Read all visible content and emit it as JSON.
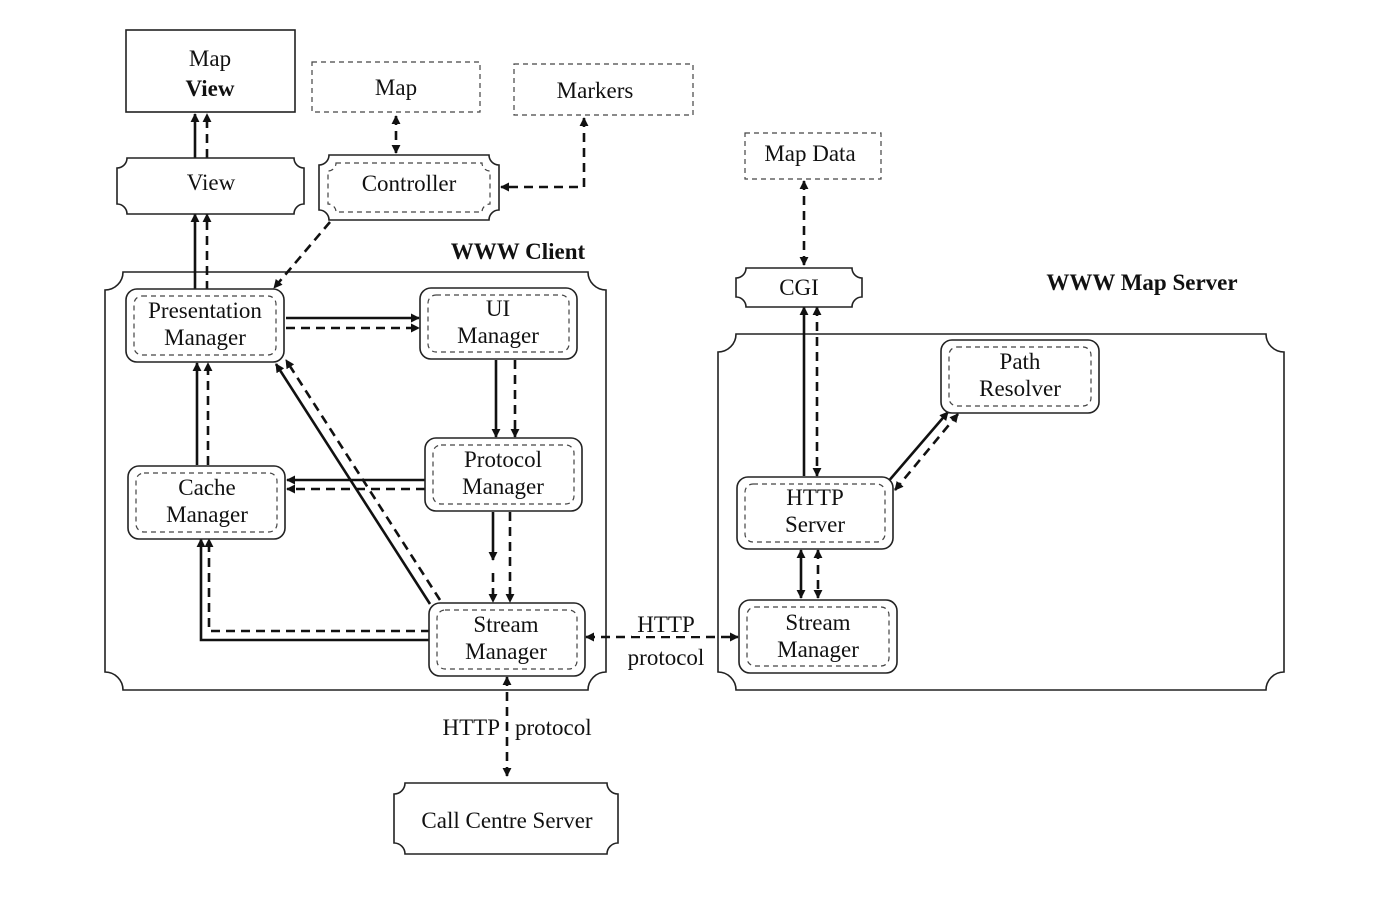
{
  "nodes": {
    "map_view": [
      "Map",
      "View"
    ],
    "map": [
      "Map"
    ],
    "markers": [
      "Markers"
    ],
    "view": [
      "View"
    ],
    "controller": [
      "Controller"
    ],
    "map_data": [
      "Map Data"
    ],
    "cgi": [
      "CGI"
    ],
    "presentation_manager": [
      "Presentation",
      "Manager"
    ],
    "ui_manager": [
      "UI",
      "Manager"
    ],
    "protocol_manager": [
      "Protocol",
      "Manager"
    ],
    "cache_manager": [
      "Cache",
      "Manager"
    ],
    "stream_manager_client": [
      "Stream",
      "Manager"
    ],
    "path_resolver": [
      "Path",
      "Resolver"
    ],
    "http_server": [
      "HTTP",
      "Server"
    ],
    "stream_manager_server": [
      "Stream",
      "Manager"
    ],
    "call_centre_server": [
      "Call Centre Server"
    ]
  },
  "regions": {
    "www_client": "WWW Client",
    "www_map_server": "WWW Map Server"
  },
  "edge_labels": {
    "http_protocol_between": [
      "HTTP",
      "protocol"
    ],
    "http_protocol_call_centre": [
      "HTTP",
      "protocol"
    ]
  }
}
